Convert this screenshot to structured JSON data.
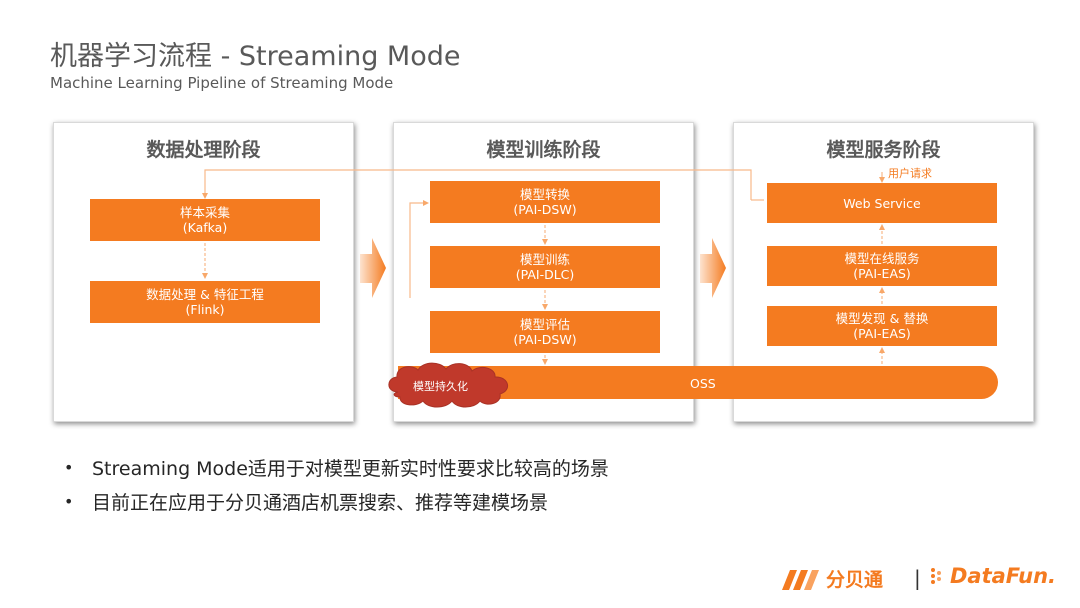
{
  "header": {
    "title": "机器学习流程 - Streaming Mode",
    "subtitle": "Machine Learning Pipeline of Streaming Mode"
  },
  "panels": [
    {
      "title": "数据处理阶段"
    },
    {
      "title": "模型训练阶段"
    },
    {
      "title": "模型服务阶段"
    }
  ],
  "stage1": {
    "collect": {
      "line1": "样本采集",
      "line2": "(Kafka)"
    },
    "process": {
      "line1": "数据处理 & 特征工程",
      "line2": "(Flink)"
    }
  },
  "stage2": {
    "convert": {
      "line1": "模型转换",
      "line2": "(PAI-DSW)"
    },
    "train": {
      "line1": "模型训练",
      "line2": "(PAI-DLC)"
    },
    "evaluate": {
      "line1": "模型评估",
      "line2": "(PAI-DSW)"
    }
  },
  "stage3": {
    "web": {
      "line1": "Web Service"
    },
    "online": {
      "line1": "模型在线服务",
      "line2": "(PAI-EAS)"
    },
    "discover": {
      "line1": "模型发现 & 替换",
      "line2": "(PAI-EAS)"
    },
    "user_request": "用户请求"
  },
  "storage": {
    "label": "OSS",
    "cloud_label": "模型持久化"
  },
  "bullets": [
    "Streaming Mode适用于对模型更新实时性要求比较高的场景",
    "目前正在应用于分贝通酒店机票搜索、推荐等建模场景"
  ],
  "footer": {
    "brand1": "分贝通",
    "separator": "|",
    "brand2": "DataFun."
  },
  "colors": {
    "accent": "#f47b20",
    "text": "#595959"
  }
}
